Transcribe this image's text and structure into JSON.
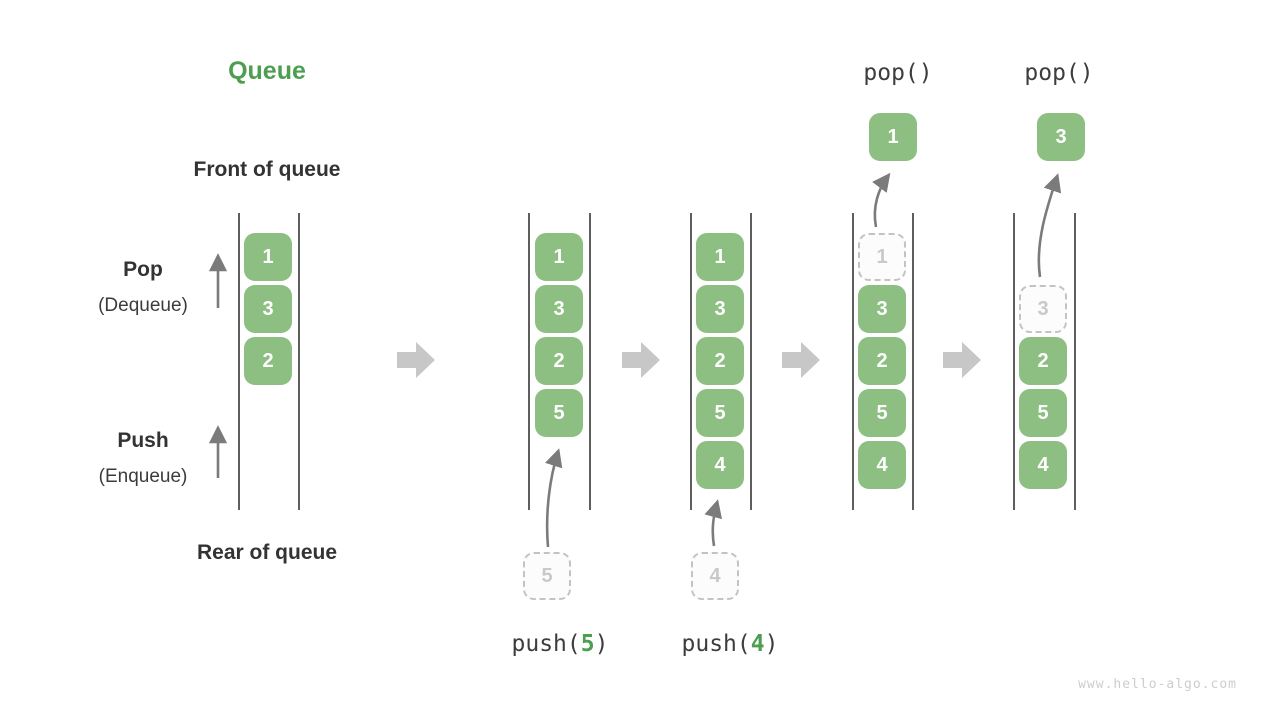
{
  "title": "Queue",
  "labels": {
    "front": "Front of queue",
    "rear": "Rear of queue",
    "pop_main": "Pop",
    "pop_sub": "(Dequeue)",
    "push_main": "Push",
    "push_sub": "(Enqueue)"
  },
  "operations": {
    "push_a": {
      "prefix": "push(",
      "arg": "5",
      "suffix": ")"
    },
    "push_b": {
      "prefix": "push(",
      "arg": "4",
      "suffix": ")"
    },
    "pop_a": "pop()",
    "pop_b": "pop()"
  },
  "states": [
    {
      "boxes": [
        "1",
        "3",
        "2"
      ]
    },
    {
      "boxes": [
        "1",
        "3",
        "2",
        "5"
      ],
      "incoming": "5"
    },
    {
      "boxes": [
        "1",
        "3",
        "2",
        "5",
        "4"
      ],
      "incoming": "4"
    },
    {
      "boxes": [
        "3",
        "2",
        "5",
        "4"
      ],
      "removed": "1",
      "popped": "1"
    },
    {
      "boxes": [
        "2",
        "5",
        "4"
      ],
      "removed": "3",
      "popped": "3"
    }
  ],
  "watermark": "www.hello-algo.com",
  "colors": {
    "box_green": "#8dbe82",
    "accent_green": "#4e9e52"
  }
}
